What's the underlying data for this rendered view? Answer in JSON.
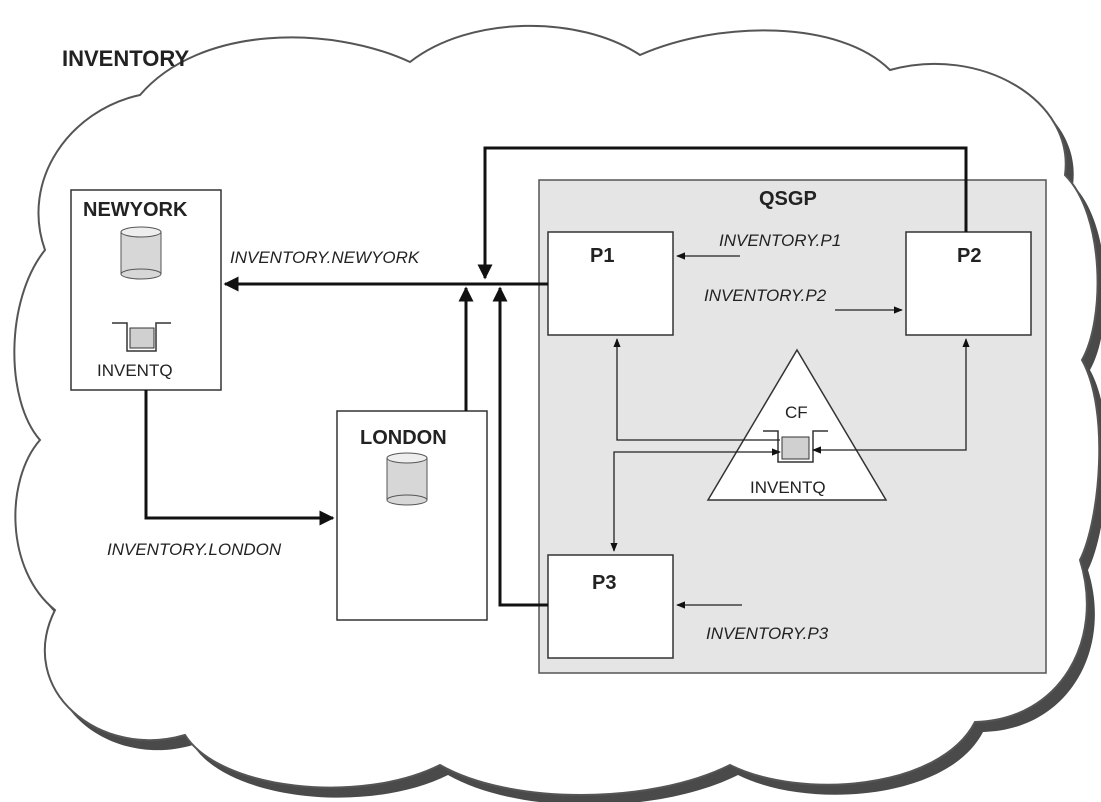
{
  "title": "INVENTORY",
  "queue_sharing_group": {
    "label": "QSGP"
  },
  "queue_managers": {
    "newyork": {
      "label": "NEWYORK",
      "queue_label": "INVENTQ"
    },
    "london": {
      "label": "LONDON"
    },
    "p1": {
      "label": "P1"
    },
    "p2": {
      "label": "P2"
    },
    "p3": {
      "label": "P3"
    }
  },
  "coupling_facility": {
    "label": "CF",
    "queue_label": "INVENTQ"
  },
  "channels": {
    "inventory_newyork": "INVENTORY.NEWYORK",
    "inventory_london": "INVENTORY.LONDON",
    "inventory_p1": "INVENTORY.P1",
    "inventory_p2": "INVENTORY.P2",
    "inventory_p3": "INVENTORY.P3"
  },
  "colors": {
    "cloud_fill": "#ffffff",
    "cloud_outline": "#555555",
    "cloud_shadow": "#4a4a4a",
    "qsg_fill": "#e5e5e5",
    "box_fill": "#ffffff",
    "queue_fill": "#d0d0d0",
    "line": "#111111"
  }
}
